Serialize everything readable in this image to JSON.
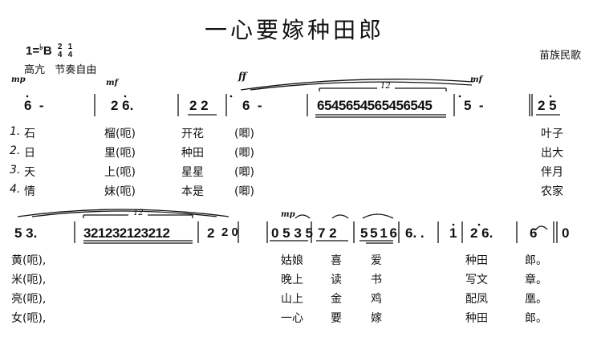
{
  "title": "一心要嫁种田郎",
  "key": {
    "prefix": "1=",
    "flat": "♭",
    "note": "B",
    "time1": {
      "num": "2",
      "den": "4"
    },
    "time2": {
      "num": "1",
      "den": "4"
    }
  },
  "tempo": {
    "style": "高亢",
    "rhythm": "节奏自由"
  },
  "origin": "苗族民歌",
  "dynamics": {
    "mp": "mp",
    "mf": "mf",
    "ff": "ff",
    "twelve": "12"
  },
  "row1_notes": {
    "m1": "6  -",
    "m2": "2 6.",
    "m3": "2 2",
    "m4": "6  -",
    "m5": "6545654565456545",
    "m6": "5  -",
    "m7": "2 5"
  },
  "row2_notes": {
    "m1": "5 3.",
    "m2": "321232123212",
    "m3": "2",
    "m4": "2 0",
    "m5": "0 5 3 5",
    "m6": "7 2",
    "m7": "5 5 1 6",
    "m8": "6. .",
    "m9": "1",
    "m10": "2 6.",
    "m11": "6",
    "m12": "0"
  },
  "verses_top": [
    {
      "num": "1.",
      "a": "石",
      "b": "榴(呃)",
      "c": "开花",
      "d": "(唧)",
      "e": "叶子"
    },
    {
      "num": "2.",
      "a": "日",
      "b": "里(呃)",
      "c": "种田",
      "d": "(唧)",
      "e": "出大"
    },
    {
      "num": "3.",
      "a": "天",
      "b": "上(呃)",
      "c": "星星",
      "d": "(唧)",
      "e": "伴月"
    },
    {
      "num": "4.",
      "a": "情",
      "b": "妹(呃)",
      "c": "本是",
      "d": "(唧)",
      "e": "农家"
    }
  ],
  "verses_bottom": [
    {
      "a": "黄(呃),",
      "b": "姑娘",
      "c": "喜",
      "d": "爱",
      "e": "种田",
      "f": "郎。"
    },
    {
      "a": "米(呃),",
      "b": "晚上",
      "c": "读",
      "d": "书",
      "e": "写文",
      "f": "章。"
    },
    {
      "a": "亮(呃),",
      "b": "山上",
      "c": "金",
      "d": "鸡",
      "e": "配凤",
      "f": "凰。"
    },
    {
      "a": "女(呃),",
      "b": "一心",
      "c": "要",
      "d": "嫁",
      "e": "种田",
      "f": "郎。"
    }
  ]
}
